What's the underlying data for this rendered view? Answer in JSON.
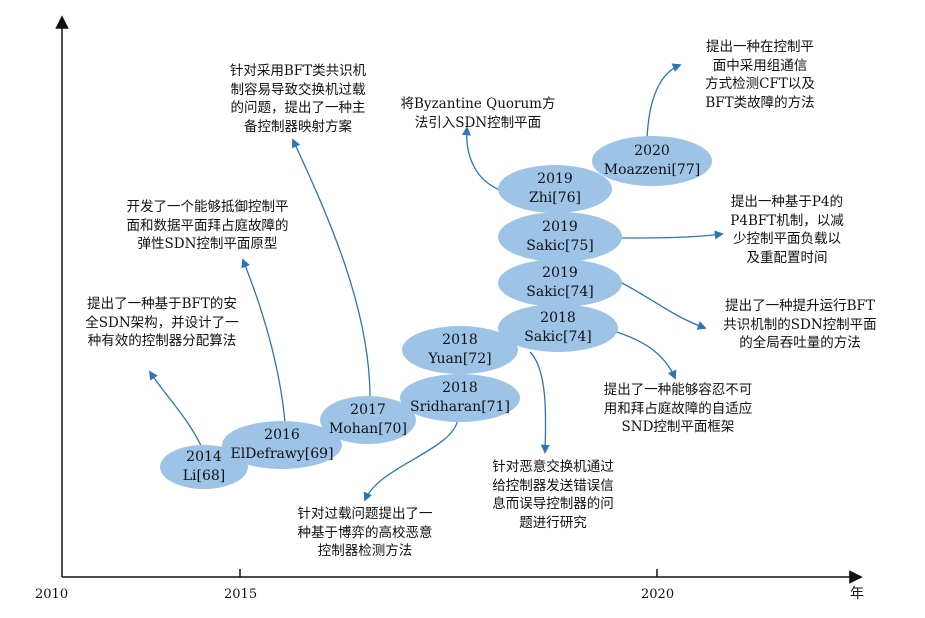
{
  "axis": {
    "years": [
      "2010",
      "2015",
      "2020"
    ],
    "unit": "年"
  },
  "nodes": [
    {
      "id": "li68",
      "year": "2014",
      "ref": "Li[68]"
    },
    {
      "id": "eldefrawy69",
      "year": "2016",
      "ref": "ElDefrawy[69]"
    },
    {
      "id": "mohan70",
      "year": "2017",
      "ref": "Mohan[70]"
    },
    {
      "id": "sridharan71",
      "year": "2018",
      "ref": "Sridharan[71]"
    },
    {
      "id": "yuan72",
      "year": "2018",
      "ref": "Yuan[72]"
    },
    {
      "id": "sakic74a",
      "year": "2018",
      "ref": "Sakic[74]"
    },
    {
      "id": "sakic74b",
      "year": "2019",
      "ref": "Sakic[74]"
    },
    {
      "id": "sakic75",
      "year": "2019",
      "ref": "Sakic[75]"
    },
    {
      "id": "zhi76",
      "year": "2019",
      "ref": "Zhi[76]"
    },
    {
      "id": "moazzeni77",
      "year": "2020",
      "ref": "Moazzeni[77]"
    }
  ],
  "annotations": [
    {
      "id": "li68",
      "lines": [
        "提出了一种基于BFT的安",
        "全SDN架构，并设计了一",
        "种有效的控制器分配算法"
      ]
    },
    {
      "id": "eldefrawy69",
      "lines": [
        "开发了一个能够抵御控制平",
        "面和数据平面拜占庭故障的",
        "弹性SDN控制平面原型"
      ]
    },
    {
      "id": "mohan70",
      "lines": [
        "针对采用BFT类共识机",
        "制容易导致交换机过载",
        "的问题，提出了一种主",
        "备控制器映射方案"
      ]
    },
    {
      "id": "sridharan71",
      "lines": [
        "针对过载问题提出了一",
        "种基于博弈的高校恶意",
        "控制器检测方法"
      ]
    },
    {
      "id": "yuan72",
      "lines": [
        "针对恶意交换机通过",
        "给控制器发送错误信",
        "息而误导控制器的问",
        "题进行研究"
      ]
    },
    {
      "id": "sakic74a",
      "lines": [
        "提出了一种能够容忍不可",
        "用和拜占庭故障的自适应",
        "SND控制平面框架"
      ]
    },
    {
      "id": "sakic74b",
      "lines": [
        "提出了一种提升运行BFT",
        "共识机制的SDN控制平面",
        "的全局吞吐量的方法"
      ]
    },
    {
      "id": "sakic75",
      "lines": [
        "提出一种基于P4的",
        "P4BFT机制，以减",
        "少控制平面负载以",
        "及重配置时间"
      ]
    },
    {
      "id": "zhi76",
      "lines": [
        "将Byzantine Quorum方",
        "法引入SDN控制平面"
      ]
    },
    {
      "id": "moazzeni77",
      "lines": [
        "提出一种在控制平",
        "面中采用组通信",
        "方式检测CFT以及",
        "BFT类故障的方法"
      ]
    }
  ],
  "colors": {
    "node_fill": "#9dc3e6",
    "arrow": "#2e75b6",
    "axis": "#000000"
  }
}
